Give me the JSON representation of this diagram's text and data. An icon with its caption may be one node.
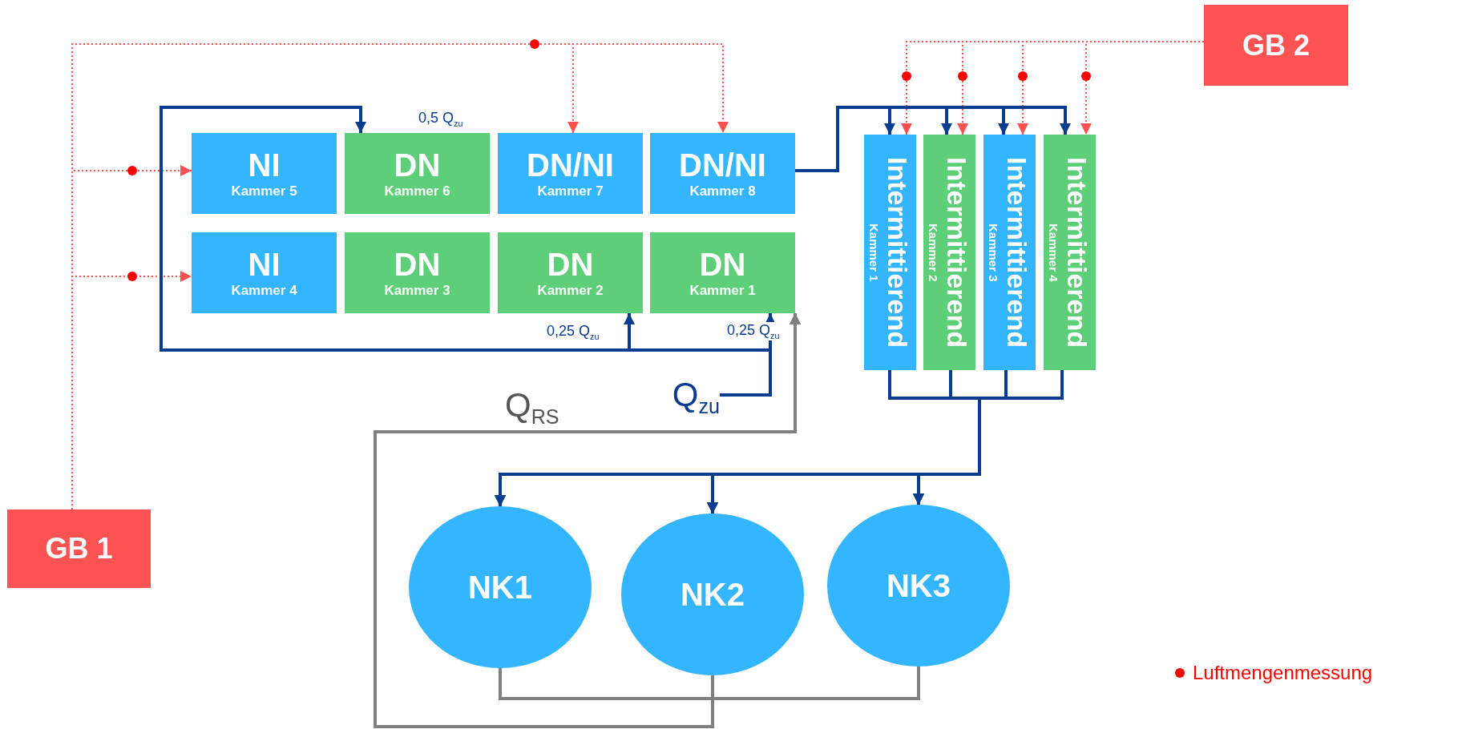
{
  "diagram": {
    "nodes": [
      {
        "text": [
          "GB 1"
        ]
      },
      {
        "text": [
          "GB 2"
        ]
      },
      {
        "text": [
          "NI",
          "Kammer 5"
        ]
      },
      {
        "text": [
          "DN",
          "Kammer 6"
        ]
      },
      {
        "text": [
          "DN/NI",
          "Kammer 7"
        ]
      },
      {
        "text": [
          "DN/NI",
          "Kammer 8"
        ]
      },
      {
        "text": [
          "NI",
          "Kammer 4"
        ]
      },
      {
        "text": [
          "DN",
          "Kammer 3"
        ]
      },
      {
        "text": [
          "DN",
          "Kammer 2"
        ]
      },
      {
        "text": [
          "DN",
          "Kammer 1"
        ]
      },
      {
        "text": [
          "Intermittierend",
          "Kammer 1"
        ]
      },
      {
        "text": [
          "Intermittierend",
          "Kammer 2"
        ]
      },
      {
        "text": [
          "Intermittierend",
          "Kammer 3"
        ]
      },
      {
        "text": [
          "Intermittierend",
          "Kammer 4"
        ]
      },
      {
        "text": [
          "NK1"
        ]
      },
      {
        "text": [
          "NK2"
        ]
      },
      {
        "text": [
          "NK3"
        ]
      },
      {
        "text": [
          "Q$_{zu}$"
        ]
      }
    ],
    "edges": [
      {
        "from": 0,
        "to": 2,
        "arrow": "to",
        "style": "dashed",
        "color": "#ff5050"
      },
      {
        "from": 0,
        "to": 6,
        "arrow": "to",
        "style": "dashed",
        "color": "#ff5050"
      },
      {
        "from": 0,
        "to": 4,
        "arrow": "to",
        "style": "dashed",
        "color": "#ff5050"
      },
      {
        "from": 0,
        "to": 5,
        "arrow": "to",
        "style": "dashed",
        "color": "#ff5050"
      },
      {
        "from": 1,
        "to": 10,
        "arrow": "to",
        "style": "dashed",
        "color": "#ff5050"
      },
      {
        "from": 1,
        "to": 11,
        "arrow": "to",
        "style": "dashed",
        "color": "#ff5050"
      },
      {
        "from": 1,
        "to": 12,
        "arrow": "to",
        "style": "dashed",
        "color": "#ff5050"
      },
      {
        "from": 1,
        "to": 13,
        "arrow": "to",
        "style": "dashed",
        "color": "#ff5050"
      },
      {
        "from": 17,
        "to": 3,
        "label": "0,5 Q$_{zu}$",
        "arrow": "to"
      },
      {
        "from": 17,
        "to": 8,
        "label": "0,25 Q$_{zu}$",
        "arrow": "to"
      },
      {
        "from": 17,
        "to": 9,
        "label": "0,25 Q$_{zu}$",
        "arrow": "to"
      },
      {
        "from": 5,
        "to": 10,
        "arrow": "to"
      },
      {
        "from": 5,
        "to": 11,
        "arrow": "to"
      },
      {
        "from": 5,
        "to": 12,
        "arrow": "to"
      },
      {
        "from": 5,
        "to": 13,
        "arrow": "to"
      },
      {
        "from": 10,
        "to": 14,
        "arrow": "to"
      },
      {
        "from": 10,
        "to": 15,
        "arrow": "to"
      },
      {
        "from": 10,
        "to": 16,
        "arrow": "to"
      },
      {
        "from": 11,
        "to": 14,
        "arrow": "to"
      },
      {
        "from": 11,
        "to": 15,
        "arrow": "to"
      },
      {
        "from": 11,
        "to": 16,
        "arrow": "to"
      },
      {
        "from": 12,
        "to": 14,
        "arrow": "to"
      },
      {
        "from": 12,
        "to": 15,
        "arrow": "to"
      },
      {
        "from": 12,
        "to": 16,
        "arrow": "to"
      },
      {
        "from": 13,
        "to": 14,
        "arrow": "to"
      },
      {
        "from": 13,
        "to": 15,
        "arrow": "to"
      },
      {
        "from": 13,
        "to": 16,
        "arrow": "to"
      },
      {
        "from": 14,
        "to": 9,
        "label": "Q$_{RS}$",
        "arrow": "to",
        "color": "#808080"
      },
      {
        "from": 15,
        "to": 9,
        "arrow": "to",
        "color": "#808080"
      },
      {
        "from": 16,
        "to": 9,
        "arrow": "to",
        "color": "#808080"
      }
    ],
    "legend": [
      {
        "text": "Luftmengenmessung",
        "color": "#ff0000"
      }
    ]
  }
}
